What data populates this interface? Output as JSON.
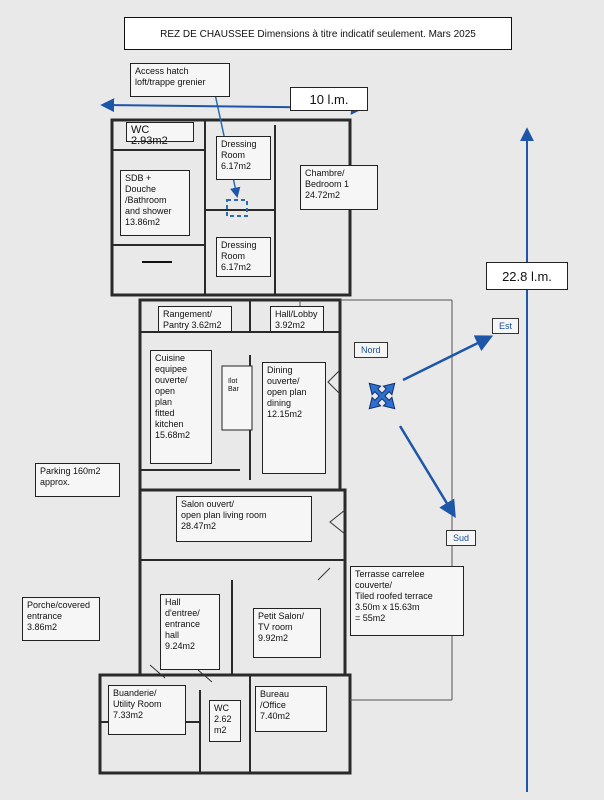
{
  "title": "REZ DE CHAUSSEE Dimensions à titre indicatif seulement. Mars 2025",
  "dimensions": {
    "width": "10 l.m.",
    "height": "22.8 l.m."
  },
  "callouts": {
    "access_hatch": "Access hatch\nloft/trappe grenier",
    "parking": "Parking 160m2\napprox.",
    "porche": "Porche/covered\nentrance\n3.86m2",
    "terrasse": "Terrasse carrelee\ncouverte/\nTiled roofed terrace\n3.50m x 15.63m\n= 55m2"
  },
  "rooms": {
    "wc_top": "WC 2.93m2",
    "dressing_top": "Dressing\nRoom\n6.17m2",
    "chambre": "Chambre/\nBedroom  1\n24.72m2",
    "sdb": "SDB +\nDouche\n/Bathroom\nand shower\n13.86m2",
    "dressing_bottom": "Dressing\nRoom\n6.17m2",
    "rangement": "Rangement/\nPantry 3.62m2",
    "hall_lobby": "Hall/Lobby\n3.92m2",
    "cuisine": "Cuisine\nequipee\nouverte/\nopen\nplan\nfitted\nkitchen\n15.68m2",
    "ilot": "Ilot\nBar",
    "dining": "Dining\nouverte/\nopen plan\ndining\n12.15m2",
    "salon": "Salon ouvert/\nopen plan living room\n28.47m2",
    "hall_entree": "Hall\nd'entree/\nentrance\nhall\n9.24m2",
    "petit_salon": "Petit Salon/\nTV room\n9.92m2",
    "buanderie": "Buanderie/\nUtility Room\n7.33m2",
    "wc_bottom": "WC\n2.62\nm2",
    "bureau": "Bureau\n/Office\n7.40m2"
  },
  "compass": {
    "north": "Nord",
    "east": "Est",
    "south": "Sud"
  },
  "colors": {
    "arrow": "#1d56a8",
    "walls": "#2a2a2a",
    "hatch": "#2b6cb0"
  }
}
